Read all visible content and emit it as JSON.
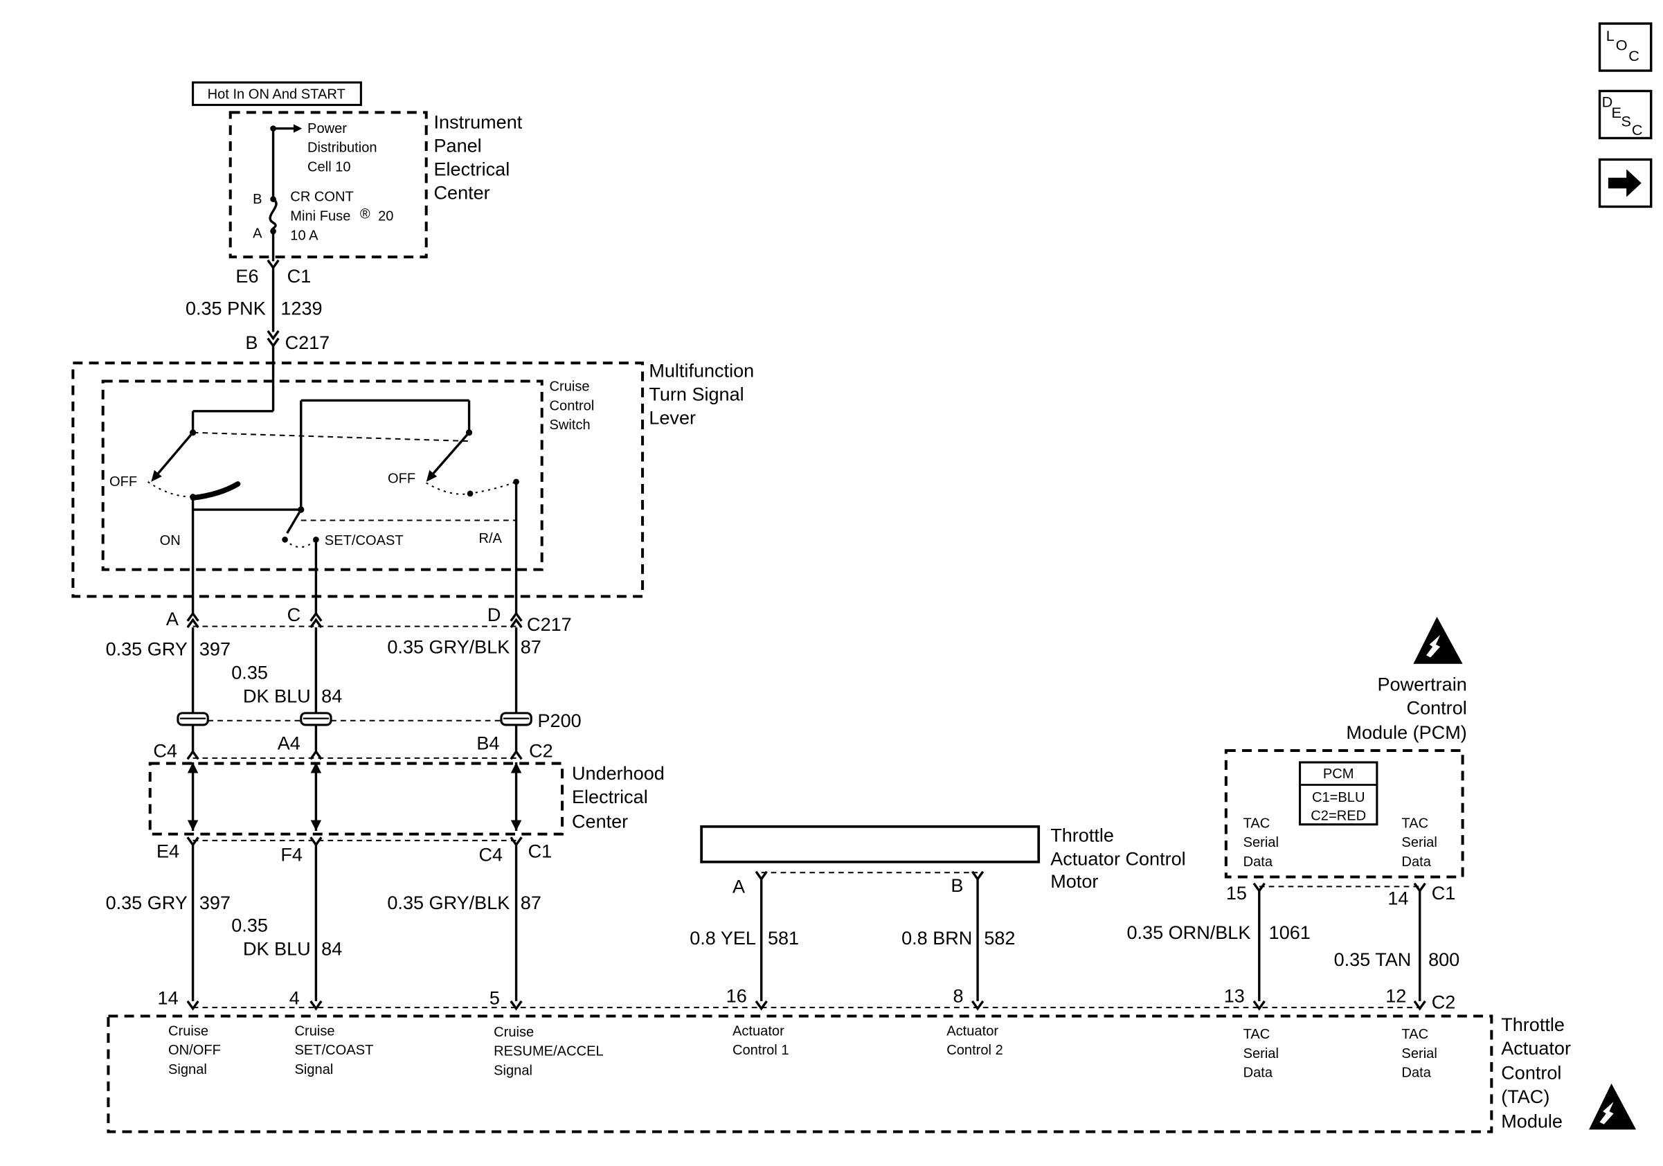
{
  "nav": {
    "loc": "LOC",
    "desc": "DESC",
    "next_icon": "right-arrow-icon"
  },
  "power": {
    "hot_label": "Hot In ON And START",
    "ipec": [
      "Instrument",
      "Panel",
      "Electrical",
      "Center"
    ],
    "pdc": [
      "Power",
      "Distribution",
      "Cell 10"
    ],
    "fuse_pin_b": "B",
    "fuse_pin_a": "A",
    "fuse": [
      "CR CONT",
      "Mini Fuse",
      "10 A"
    ],
    "fuse_reg": "®",
    "fuse_num": "20",
    "conn_e6": "E6",
    "conn_c1": "C1",
    "wire_color": "0.35 PNK",
    "wire_circuit": "1239",
    "pin_b": "B",
    "c217": "C217"
  },
  "mtsl": {
    "title": [
      "Multifunction",
      "Turn Signal",
      "Lever"
    ],
    "switch": [
      "Cruise",
      "Control",
      "Switch"
    ],
    "off_left": "OFF",
    "off_right": "OFF",
    "on": "ON",
    "set_coast": "SET/COAST",
    "ra": "R/A"
  },
  "c217_pins": {
    "a": "A",
    "c": "C",
    "d": "D",
    "conn": "C217"
  },
  "wires_upper": {
    "a_color": "0.35 GRY",
    "a_circuit": "397",
    "c_size": "0.35",
    "c_color": "DK BLU",
    "c_circuit": "84",
    "d_color": "0.35 GRY/BLK",
    "d_circuit": "87"
  },
  "p200": "P200",
  "uhec_conn": {
    "c4": "C4",
    "a4": "A4",
    "b4": "B4",
    "c2": "C2"
  },
  "uhec": [
    "Underhood",
    "Electrical",
    "Center"
  ],
  "uhec_out": {
    "e4": "E4",
    "f4": "F4",
    "c4": "C4",
    "c1": "C1"
  },
  "wires_lower": {
    "a_color": "0.35 GRY",
    "a_circuit": "397",
    "c_size": "0.35",
    "c_color": "DK BLU",
    "c_circuit": "84",
    "d_color": "0.35 GRY/BLK",
    "d_circuit": "87"
  },
  "motor": {
    "title": [
      "Throttle",
      "Actuator Control",
      "Motor"
    ],
    "pin_a": "A",
    "pin_b": "B",
    "a_color": "0.8 YEL",
    "a_circuit": "581",
    "b_color": "0.8 BRN",
    "b_circuit": "582"
  },
  "pcm": {
    "title": [
      "Powertrain",
      "Control",
      "Module (PCM)"
    ],
    "legend_title": "PCM",
    "legend": [
      "C1=BLU",
      "C2=RED"
    ],
    "left_label": [
      "TAC",
      "Serial",
      "Data"
    ],
    "right_label": [
      "TAC",
      "Serial",
      "Data"
    ],
    "pin_15": "15",
    "pin_14": "14",
    "conn": "C1",
    "w1_color": "0.35 ORN/BLK",
    "w1_circuit": "1061",
    "w2_color": "0.35 TAN",
    "w2_circuit": "800",
    "esd_icon": "esd-warning-icon"
  },
  "tac": {
    "title": [
      "Throttle",
      "Actuator",
      "Control",
      "(TAC)",
      "Module"
    ],
    "conn": "C2",
    "esd_icon": "esd-warning-icon",
    "pins": [
      {
        "num": "14",
        "label": [
          "Cruise",
          "ON/OFF",
          "Signal"
        ]
      },
      {
        "num": "4",
        "label": [
          "Cruise",
          "SET/COAST",
          "Signal"
        ]
      },
      {
        "num": "5",
        "label": [
          "Cruise",
          "RESUME/ACCEL",
          "Signal"
        ]
      },
      {
        "num": "16",
        "label": [
          "Actuator",
          "Control 1"
        ]
      },
      {
        "num": "8",
        "label": [
          "Actuator",
          "Control 2"
        ]
      },
      {
        "num": "13",
        "label": [
          "TAC",
          "Serial",
          "Data"
        ]
      },
      {
        "num": "12",
        "label": [
          "TAC",
          "Serial",
          "Data"
        ]
      }
    ]
  }
}
